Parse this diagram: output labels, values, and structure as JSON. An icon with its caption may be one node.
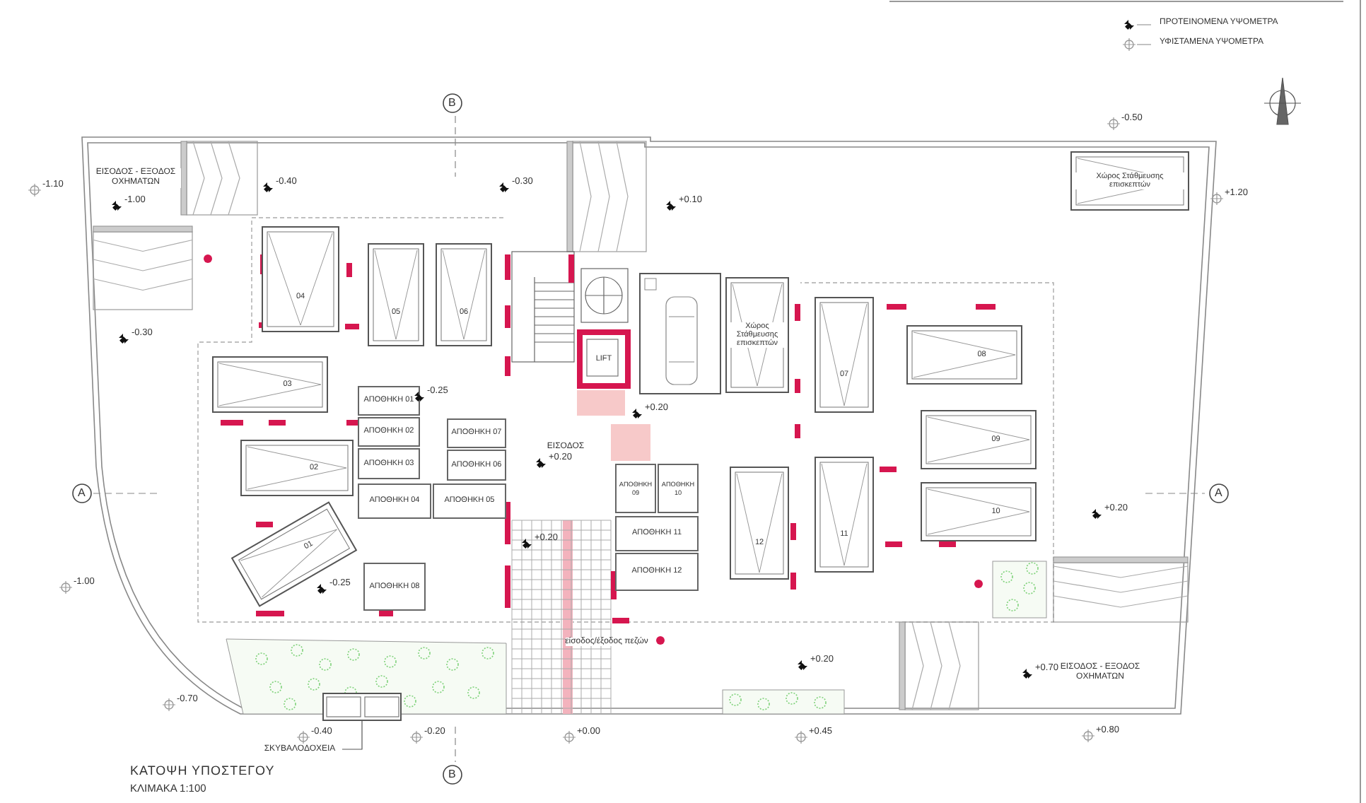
{
  "diagram": {
    "title": "ΚΑΤΟΨΗ ΥΠΟΣΤΕΓΟΥ",
    "caption": "ΚΛΙΜΑΚΑ 1:100",
    "nodes": [
      {
        "text": [
          "ΕΙΣΟΔΟΣ - ΕΞΟΔΟΣ ΟΧΗΜΑΤΩΝ"
        ]
      },
      {
        "text": [
          "04"
        ]
      },
      {
        "text": [
          "05"
        ]
      },
      {
        "text": [
          "06"
        ]
      },
      {
        "text": [
          "Χώρος Στάθμευσης επισκεπτών"
        ]
      },
      {
        "text": [
          "03"
        ]
      },
      {
        "text": [
          "LIFT"
        ]
      },
      {
        "text": [],
        "shape": "box"
      },
      {
        "text": [
          "Χώρος Στάθμευσης επισκεπτών"
        ]
      },
      {
        "text": [
          "07"
        ]
      },
      {
        "text": [
          "08"
        ]
      },
      {
        "text": [
          "ΑΠΟΘΗΚΗ 01"
        ]
      },
      {
        "text": [
          "ΑΠΟΘΗΚΗ 07"
        ]
      },
      {
        "text": [
          "ΑΠΟΘΗΚΗ 02"
        ]
      },
      {
        "text": [
          "09"
        ]
      },
      {
        "text": [
          "ΑΠΟΘΗΚΗ 06"
        ]
      },
      {
        "text": [
          "ΑΠΟΘΗΚΗ 03"
        ]
      },
      {
        "text": [
          "02"
        ]
      },
      {
        "text": [
          "ΕΙΣΟΔΟΣ"
        ]
      },
      {
        "text": [
          "ΑΠΟΘΗΚΗ 09"
        ]
      },
      {
        "text": [
          "ΑΠΟΘΗΚΗ 10"
        ]
      },
      {
        "text": [
          "ΑΠΟΘΗΚΗ 04"
        ]
      },
      {
        "text": [
          "ΑΠΟΘΗΚΗ 05"
        ]
      },
      {
        "text": [
          "12"
        ]
      },
      {
        "text": [
          "11"
        ]
      },
      {
        "text": [
          "10"
        ]
      },
      {
        "text": [
          "ΑΠΟΘΗΚΗ 11"
        ]
      },
      {
        "text": [
          "01"
        ]
      },
      {
        "text": [
          "ΑΠΟΘΗΚΗ 08"
        ]
      },
      {
        "text": [
          "ΑΠΟΘΗΚΗ 12"
        ]
      },
      {
        "text": [
          "είσοδος/έξοδος πεζών"
        ]
      },
      {
        "text": [
          "ΕΙΣΟΔΟΣ - ΕΞΟΔΟΣ ΟΧΗΜΑΤΩΝ"
        ]
      },
      {
        "text": [
          "ΣΚΥΒΑΛΟΔΟΧΕΙΑ"
        ]
      },
      {
        "text": [],
        "shape": "box"
      }
    ],
    "edges": [
      {
        "from": 32,
        "to": 33,
        "arrow": "none"
      }
    ],
    "labels": [
      "B",
      "-0.50",
      "-1.10",
      "-0.40",
      "-1.00",
      "-0.30",
      "+0.10",
      "+1.20",
      "-0.30",
      "-0.25",
      "+0.20",
      "+0.20",
      "A",
      "A",
      "+0.20",
      "-1.00",
      "-0.25",
      "+0.20",
      "+0.20",
      "+0.70",
      "-0.70",
      "-0.40",
      "-0.20",
      "+0.00",
      "+0.45",
      "+0.80",
      "B"
    ],
    "legend": [
      {
        "text": "ΠΡΟΤΕΙΝΟΜΕΝΑ ΥΨΟΜΕΤΡΑ"
      },
      {
        "text": "ΥΦΙΣΤΑΜΕΝΑ ΥΨΟΜΕΤΡΑ"
      }
    ]
  }
}
